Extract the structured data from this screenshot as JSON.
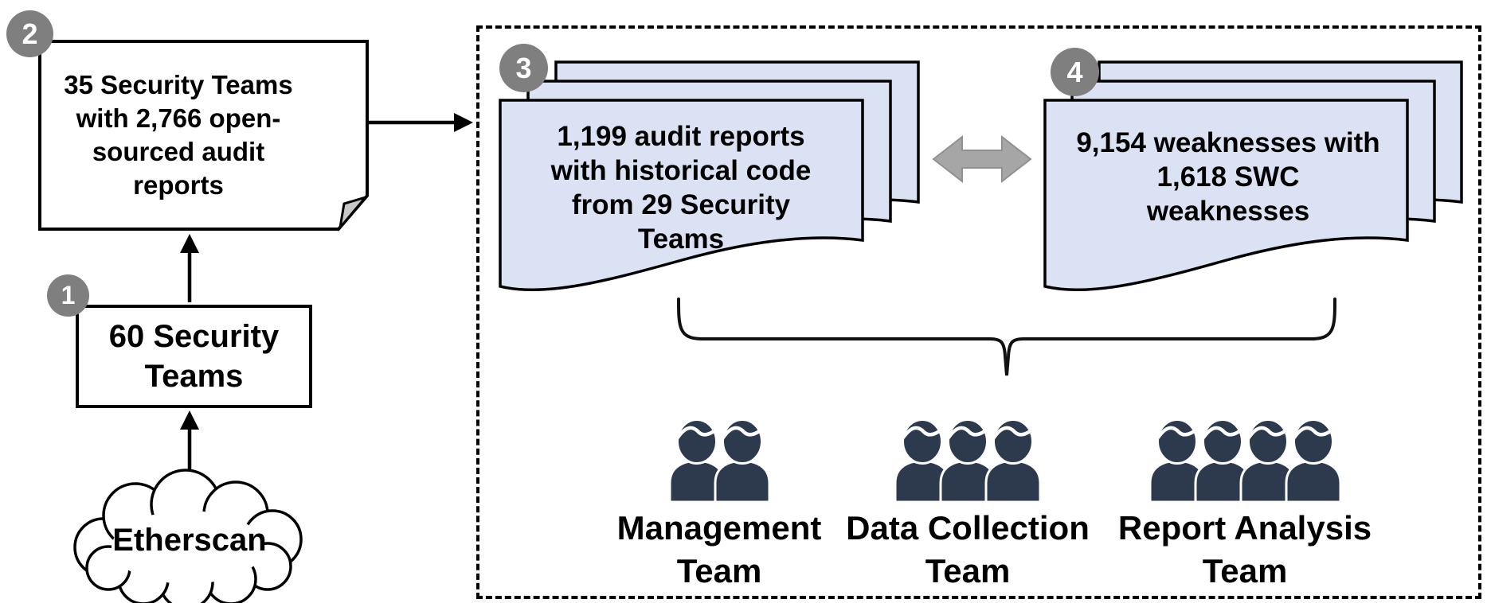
{
  "pipeline": {
    "source": {
      "label": "Etherscan"
    },
    "step1": {
      "badge": "1",
      "label": "60 Security\nTeams"
    },
    "step2": {
      "badge": "2",
      "label": "35 Security Teams\nwith 2,766 open-\nsourced audit\nreports"
    },
    "step3": {
      "badge": "3",
      "label": "1,199 audit reports\nwith historical code\nfrom 29 Security\nTeams"
    },
    "step4": {
      "badge": "4",
      "label": "9,154 weaknesses with\n1,618 SWC\nweaknesses"
    },
    "teams": [
      {
        "label": "Management\nTeam",
        "members": 2
      },
      {
        "label": "Data Collection\nTeam",
        "members": 3
      },
      {
        "label": "Report Analysis\nTeam",
        "members": 4
      }
    ],
    "colors": {
      "document_fill": "#dbe2f3",
      "badge_gray": "#7f7f7f",
      "double_arrow_gray": "#a6a6a6",
      "person_navy": "#2d3a4d"
    }
  }
}
